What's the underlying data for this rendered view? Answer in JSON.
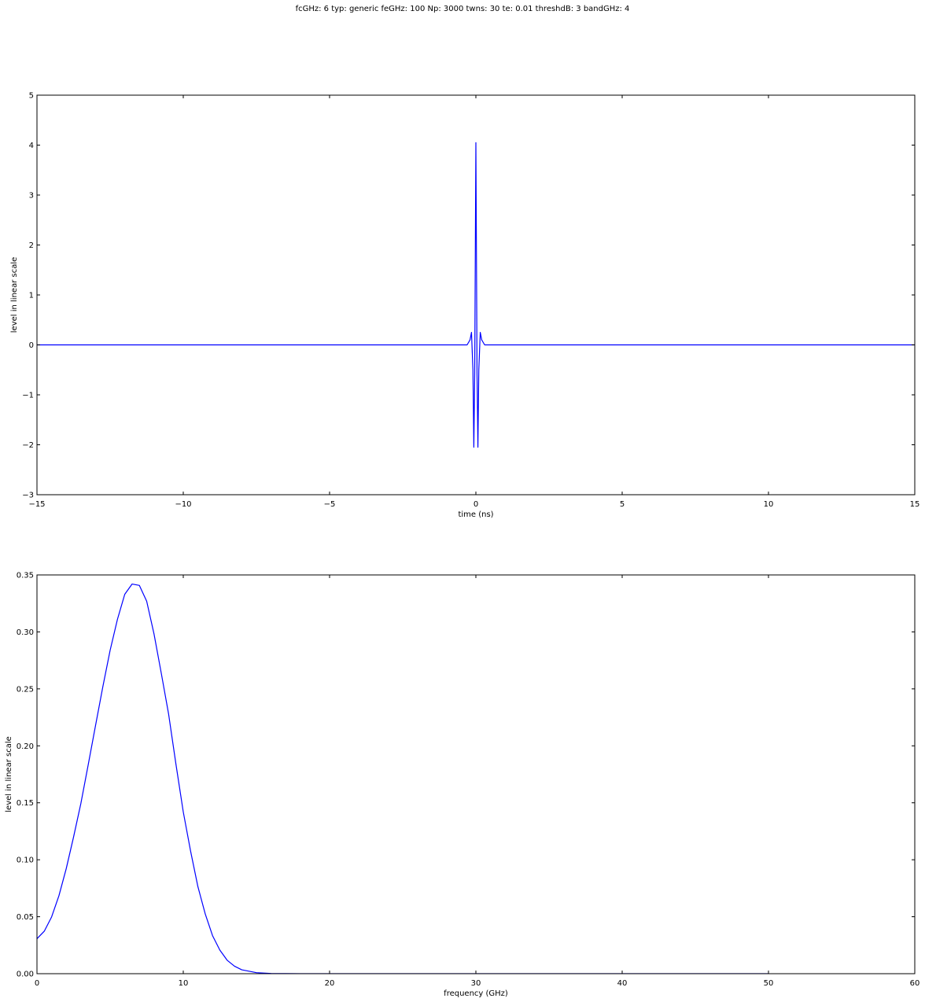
{
  "figure": {
    "suptitle": "fcGHz: 6 typ: generic feGHz: 100 Np: 3000 twns: 30 te: 0.01 threshdB: 3 bandGHz: 4"
  },
  "chart_data": [
    {
      "type": "line",
      "title": "",
      "xlabel": "time (ns)",
      "ylabel": "level in linear scale",
      "xlim": [
        -15,
        15
      ],
      "ylim": [
        -3,
        5
      ],
      "xticks": [
        -15,
        -10,
        -5,
        0,
        5,
        10,
        15
      ],
      "xtick_labels": [
        "−15",
        "−10",
        "−5",
        "0",
        "5",
        "10",
        "15"
      ],
      "yticks": [
        -3,
        -2,
        -1,
        0,
        1,
        2,
        3,
        4,
        5
      ],
      "ytick_labels": [
        "−3",
        "−2",
        "−1",
        "0",
        "1",
        "2",
        "3",
        "4",
        "5"
      ],
      "grid": false,
      "color": "#0000ff",
      "series": [
        {
          "x": [
            -15,
            -0.3,
            -0.2,
            -0.15,
            -0.1,
            -0.07,
            -0.04,
            0,
            0.04,
            0.07,
            0.1,
            0.15,
            0.2,
            0.3,
            15
          ],
          "y": [
            0,
            0,
            0.1,
            0.25,
            -0.5,
            -2.05,
            -0.6,
            4.05,
            -0.6,
            -2.05,
            -0.5,
            0.25,
            0.1,
            0,
            0
          ]
        }
      ]
    },
    {
      "type": "line",
      "title": "",
      "xlabel": "frequency (GHz)",
      "ylabel": "level in linear scale",
      "xlim": [
        0,
        60
      ],
      "ylim": [
        0,
        0.35
      ],
      "xticks": [
        0,
        10,
        20,
        30,
        40,
        50,
        60
      ],
      "xtick_labels": [
        "0",
        "10",
        "20",
        "30",
        "40",
        "50",
        "60"
      ],
      "yticks": [
        0,
        0.05,
        0.1,
        0.15,
        0.2,
        0.25,
        0.3,
        0.35
      ],
      "ytick_labels": [
        "0.00",
        "0.05",
        "0.10",
        "0.15",
        "0.20",
        "0.25",
        "0.30",
        "0.35"
      ],
      "grid": false,
      "color": "#0000ff",
      "series": [
        {
          "x": [
            0,
            0.5,
            1,
            1.5,
            2,
            2.5,
            3,
            3.5,
            4,
            4.5,
            5,
            5.5,
            6,
            6.5,
            7,
            7.5,
            8,
            8.5,
            9,
            9.5,
            10,
            10.5,
            11,
            11.5,
            12,
            12.5,
            13,
            13.5,
            14,
            15,
            16,
            17,
            18,
            20,
            25,
            30,
            35,
            40,
            45,
            50
          ],
          "y": [
            0.0307,
            0.0373,
            0.0498,
            0.0684,
            0.0922,
            0.1199,
            0.1494,
            0.1832,
            0.2176,
            0.2517,
            0.2838,
            0.311,
            0.333,
            0.342,
            0.3408,
            0.3269,
            0.2982,
            0.2635,
            0.2277,
            0.1838,
            0.142,
            0.1076,
            0.0764,
            0.0525,
            0.0334,
            0.0207,
            0.0118,
            0.0066,
            0.0034,
            0.0009,
            0.0002,
            0.0001,
            0.0,
            0.0,
            0.0,
            0.0,
            0.0,
            0.0,
            0.0,
            0.0
          ]
        }
      ]
    }
  ]
}
